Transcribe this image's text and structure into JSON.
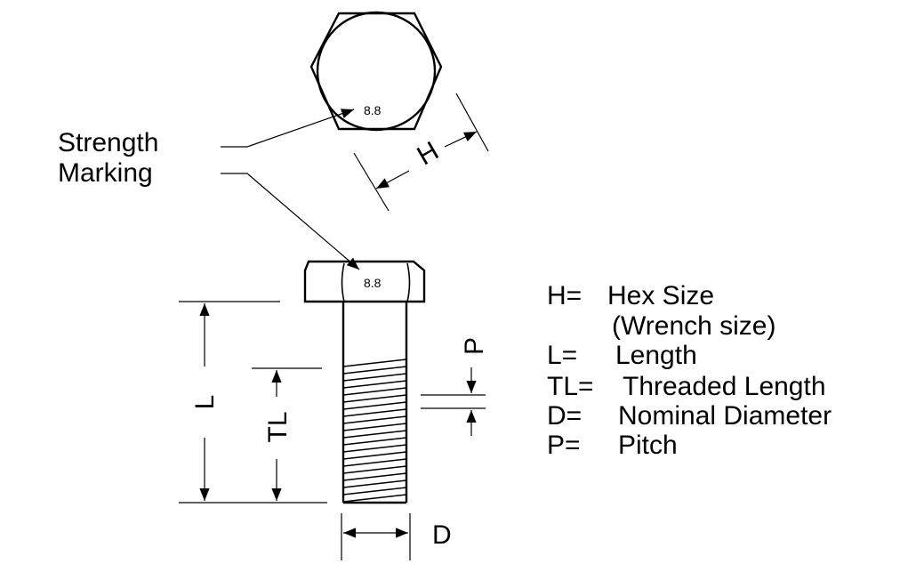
{
  "callout": {
    "line1": "Strength",
    "line2": "Marking"
  },
  "marking_value": "8.8",
  "dimension_letters": {
    "hex": "H",
    "length": "L",
    "threaded_length": "TL",
    "diameter": "D",
    "pitch": "P"
  },
  "legend": [
    {
      "key": "H=",
      "text": "Hex Size"
    },
    {
      "key": "",
      "text": "(Wrench size)"
    },
    {
      "key": "L=",
      "text": "Length"
    },
    {
      "key": "TL=",
      "text": "Threaded Length"
    },
    {
      "key": "D=",
      "text": "Nominal Diameter"
    },
    {
      "key": "P=",
      "text": "Pitch"
    }
  ]
}
